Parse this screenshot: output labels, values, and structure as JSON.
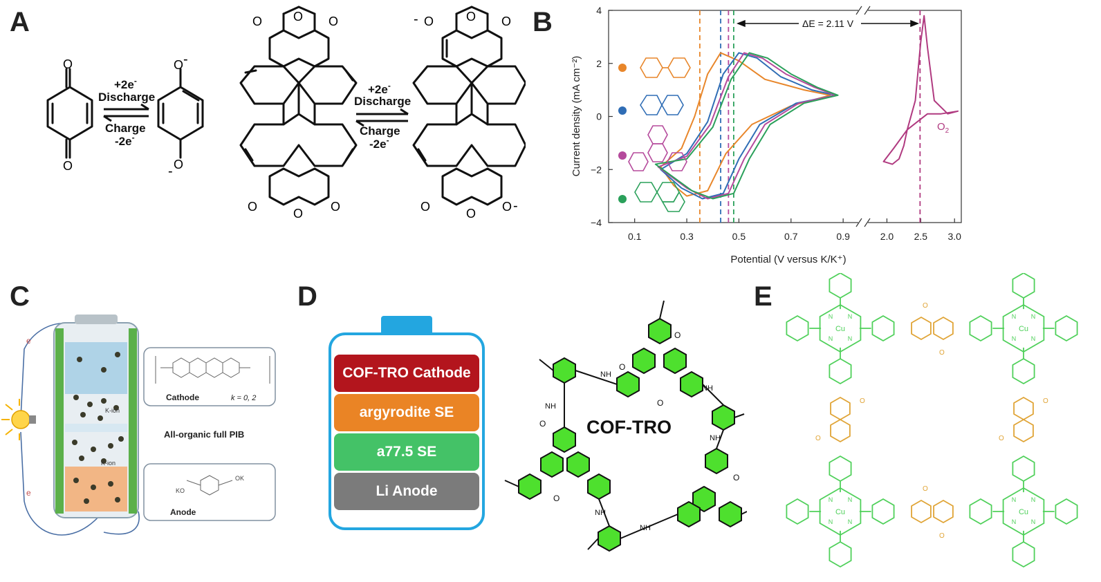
{
  "panels": {
    "a": {
      "letter": "A",
      "reaction1": {
        "top1": "+2e",
        "sup1": "-",
        "top2": "Discharge",
        "bot1": "Charge",
        "bot2": "-2e",
        "sup2": "-"
      },
      "reaction2": {
        "top1": "+2e",
        "sup1": "-",
        "top2": "Discharge",
        "bot1": "Charge",
        "bot2": "-2e",
        "sup2": "-"
      },
      "atom_o": "O",
      "charge": "-"
    },
    "b": {
      "letter": "B",
      "delta_e": "ΔE = 2.11 V",
      "o2_label": "O",
      "o2_sub": "2",
      "colors": {
        "orange": "#e8862a",
        "blue": "#2f6db5",
        "magenta": "#b54a9c",
        "green": "#2aa05a",
        "o2": "#b03a80"
      }
    },
    "c": {
      "letter": "C",
      "cathode_label": "Cathode",
      "cathode_k": "k = 0, 2",
      "anode_label": "Anode",
      "center_label": "All-organic full PIB",
      "kion_top": "K-ion",
      "kion_bottom": "K-ion",
      "arrow_e": "e",
      "ok_label": "OK",
      "ko_label": "KO"
    },
    "d": {
      "letter": "D",
      "layers": [
        "COF-TRO Cathode",
        "argyrodite SE",
        "a77.5 SE",
        "Li Anode"
      ],
      "layer_colors": [
        "#b3151d",
        "#ea8425",
        "#44c267",
        "#7b7b7b"
      ],
      "center_label": "COF-TRO",
      "nh": "NH",
      "o": "O"
    },
    "e": {
      "letter": "E",
      "cu": "Cu",
      "n": "N",
      "o": "O",
      "colors": {
        "phthalocyanine": "#4fd05a",
        "naphthalimide": "#e0a436"
      }
    }
  },
  "chart_data": {
    "type": "line",
    "title": "",
    "xlabel": "Potential (V versus K/K⁺)",
    "ylabel": "Current density (mA cm⁻²)",
    "x_ticks_left": [
      0.1,
      0.3,
      0.5,
      0.7,
      0.9
    ],
    "x_ticks_right": [
      2.0,
      2.5,
      3.0
    ],
    "y_ticks": [
      4,
      2,
      0,
      -2,
      -4
    ],
    "xlim_left": [
      0.0,
      0.95
    ],
    "xlim_right": [
      1.75,
      3.1
    ],
    "ylim": [
      -4,
      4
    ],
    "broken_axis": true,
    "grid": false,
    "series": [
      {
        "color": "#e8862a",
        "marker_color": "#e8862a",
        "fwd": [
          [
            0.2,
            -1.9
          ],
          [
            0.28,
            -1.2
          ],
          [
            0.33,
            0.0
          ],
          [
            0.38,
            1.6
          ],
          [
            0.43,
            2.4
          ],
          [
            0.5,
            2.1
          ],
          [
            0.6,
            1.4
          ],
          [
            0.75,
            1.0
          ],
          [
            0.85,
            0.8
          ]
        ],
        "rev": [
          [
            0.85,
            0.8
          ],
          [
            0.7,
            0.4
          ],
          [
            0.55,
            -0.3
          ],
          [
            0.45,
            -1.4
          ],
          [
            0.38,
            -2.8
          ],
          [
            0.3,
            -3.0
          ],
          [
            0.25,
            -2.6
          ],
          [
            0.2,
            -1.9
          ]
        ]
      },
      {
        "color": "#2f6db5",
        "marker_color": "#2f6db5",
        "fwd": [
          [
            0.2,
            -2.0
          ],
          [
            0.3,
            -1.4
          ],
          [
            0.38,
            -0.2
          ],
          [
            0.44,
            1.6
          ],
          [
            0.5,
            2.4
          ],
          [
            0.57,
            2.2
          ],
          [
            0.66,
            1.5
          ],
          [
            0.78,
            1.0
          ],
          [
            0.87,
            0.8
          ]
        ],
        "rev": [
          [
            0.87,
            0.8
          ],
          [
            0.72,
            0.5
          ],
          [
            0.58,
            -0.3
          ],
          [
            0.5,
            -1.6
          ],
          [
            0.44,
            -2.9
          ],
          [
            0.36,
            -3.1
          ],
          [
            0.28,
            -2.7
          ],
          [
            0.2,
            -2.0
          ]
        ]
      },
      {
        "color": "#b54a9c",
        "marker_color": "#b54a9c",
        "fwd": [
          [
            0.19,
            -1.9
          ],
          [
            0.3,
            -1.5
          ],
          [
            0.39,
            -0.3
          ],
          [
            0.46,
            1.5
          ],
          [
            0.52,
            2.4
          ],
          [
            0.59,
            2.2
          ],
          [
            0.68,
            1.6
          ],
          [
            0.79,
            1.1
          ],
          [
            0.87,
            0.8
          ]
        ],
        "rev": [
          [
            0.87,
            0.8
          ],
          [
            0.73,
            0.5
          ],
          [
            0.6,
            -0.3
          ],
          [
            0.52,
            -1.6
          ],
          [
            0.46,
            -2.9
          ],
          [
            0.38,
            -3.1
          ],
          [
            0.3,
            -2.7
          ],
          [
            0.19,
            -1.9
          ]
        ]
      },
      {
        "color": "#2aa05a",
        "marker_color": "#2aa05a",
        "fwd": [
          [
            0.18,
            -1.8
          ],
          [
            0.3,
            -1.6
          ],
          [
            0.4,
            -0.4
          ],
          [
            0.47,
            1.4
          ],
          [
            0.54,
            2.4
          ],
          [
            0.61,
            2.2
          ],
          [
            0.7,
            1.6
          ],
          [
            0.8,
            1.1
          ],
          [
            0.88,
            0.8
          ]
        ],
        "rev": [
          [
            0.88,
            0.8
          ],
          [
            0.75,
            0.5
          ],
          [
            0.62,
            -0.3
          ],
          [
            0.54,
            -1.6
          ],
          [
            0.48,
            -2.9
          ],
          [
            0.4,
            -3.1
          ],
          [
            0.32,
            -2.8
          ],
          [
            0.18,
            -1.8
          ]
        ]
      },
      {
        "color": "#b03a80",
        "marker_color": "",
        "fwd": [
          [
            1.95,
            -1.7
          ],
          [
            2.1,
            -1.2
          ],
          [
            2.3,
            -0.5
          ],
          [
            2.42,
            0.6
          ],
          [
            2.5,
            2.8
          ],
          [
            2.55,
            3.8
          ],
          [
            2.6,
            2.6
          ],
          [
            2.7,
            0.6
          ],
          [
            2.9,
            0.1
          ],
          [
            3.05,
            0.2
          ]
        ],
        "rev": [
          [
            3.05,
            0.2
          ],
          [
            2.8,
            0.1
          ],
          [
            2.6,
            0.1
          ],
          [
            2.45,
            -0.2
          ],
          [
            2.3,
            -0.5
          ],
          [
            2.25,
            -1.1
          ],
          [
            2.18,
            -1.6
          ],
          [
            2.08,
            -1.8
          ],
          [
            1.95,
            -1.7
          ]
        ]
      }
    ],
    "dashed_lines": [
      {
        "x": 0.35,
        "color": "#e8862a"
      },
      {
        "x": 0.43,
        "color": "#2f6db5"
      },
      {
        "x": 0.46,
        "color": "#b54a9c"
      },
      {
        "x": 0.48,
        "color": "#2aa05a"
      },
      {
        "x": 2.49,
        "color": "#b03a80"
      }
    ]
  }
}
